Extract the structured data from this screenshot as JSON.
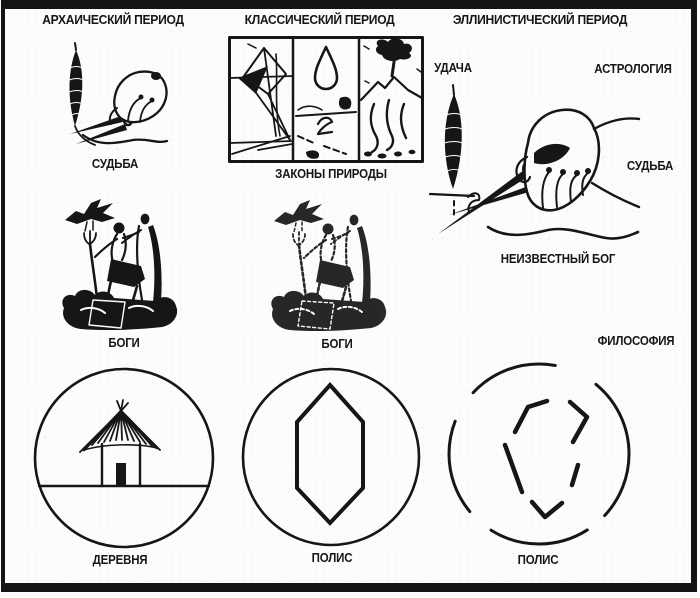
{
  "headers": {
    "archaic": "АРХАИЧЕСКИЙ ПЕРИОД",
    "classical": "КЛАССИЧЕСКИЙ ПЕРИОД",
    "hellenistic": "ЭЛЛИНИСТИЧЕСКИЙ ПЕРИОД"
  },
  "labels": {
    "fate1": "СУДЬБА",
    "gods1": "БОГИ",
    "village": "ДЕРЕВНЯ",
    "nature_laws": "ЗАКОНЫ ПРИРОДЫ",
    "gods2": "БОГИ",
    "polis2": "ПОЛИС",
    "luck": "УДАЧА",
    "astrology": "АСТРОЛОГИЯ",
    "fate3": "СУДЬБА",
    "unknown_god": "НЕИЗВЕСТНЫЙ БОГ",
    "philosophy": "ФИЛОСОФИЯ",
    "polis3": "ПОЛИС"
  },
  "icons": {
    "fate1": "hand-with-scissors-cutting-spindle-thread",
    "gods1": "seated-zeus-with-eagle-and-standing-god-engraving",
    "village": "circle-with-thatched-hut",
    "nature_laws": "triptych-geometry-raindrop-volcano",
    "gods2": "fading-gods-dashed-sketch",
    "polis2": "circle-with-solid-hexagon",
    "fate3": "hand-with-scissors-thread-already-cut",
    "polis3": "broken-circle-with-fragmented-hexagon"
  },
  "colors": {
    "ink": "#161616",
    "paper": "#fcfcfa"
  }
}
